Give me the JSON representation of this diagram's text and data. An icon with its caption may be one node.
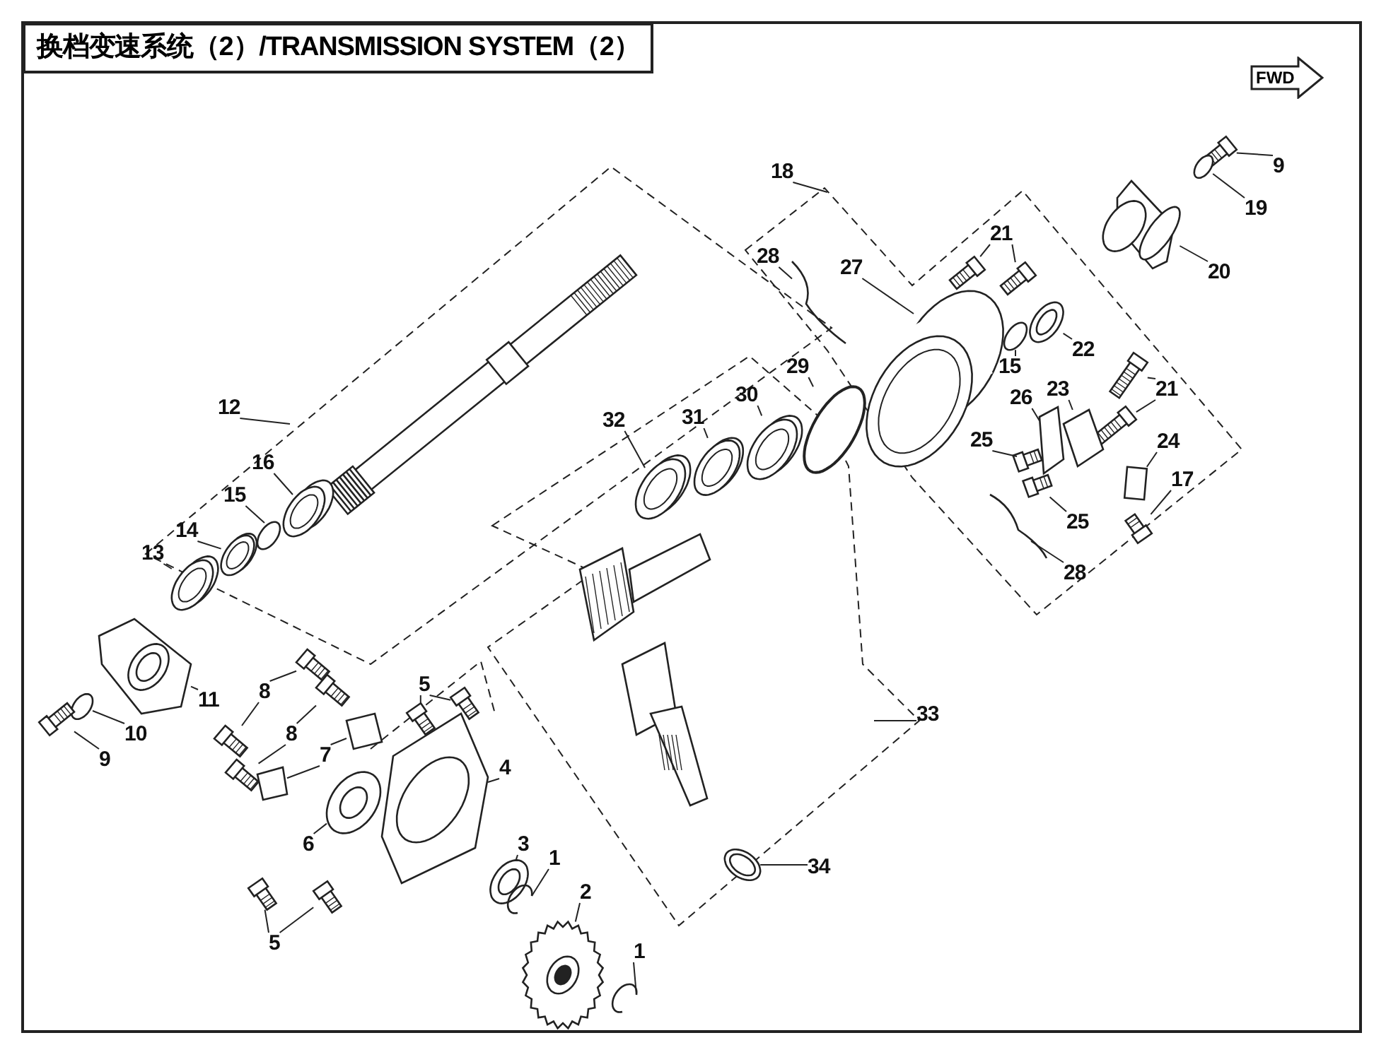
{
  "diagram": {
    "title": "换档变速系统（2）/TRANSMISSION SYSTEM（2）",
    "nodes": [
      {
        "text": [
          "FWD"
        ]
      },
      {
        "text": [
          "9"
        ]
      },
      {
        "text": [
          "18"
        ]
      },
      {
        "text": [
          "19"
        ]
      },
      {
        "text": [
          "21"
        ]
      },
      {
        "text": [
          "28"
        ]
      },
      {
        "text": [
          "20"
        ]
      },
      {
        "text": [
          "27"
        ]
      },
      {
        "text": [
          "15"
        ]
      },
      {
        "text": [
          "22"
        ]
      },
      {
        "text": [
          "23"
        ]
      },
      {
        "text": [
          "26"
        ]
      },
      {
        "text": [
          "21"
        ]
      },
      {
        "text": [
          "29"
        ]
      },
      {
        "text": [
          "12"
        ]
      },
      {
        "text": [
          "30"
        ]
      },
      {
        "text": [
          "24"
        ]
      },
      {
        "text": [
          "31"
        ]
      },
      {
        "text": [
          "25"
        ]
      },
      {
        "text": [
          "32"
        ]
      },
      {
        "text": [
          "17"
        ]
      },
      {
        "text": [
          "16"
        ]
      },
      {
        "text": [
          "15"
        ]
      },
      {
        "text": [
          "25"
        ]
      },
      {
        "text": [
          "14"
        ]
      },
      {
        "text": [
          "13"
        ]
      },
      {
        "text": [
          "28"
        ]
      },
      {
        "text": [
          "5"
        ]
      },
      {
        "text": [
          "11"
        ]
      },
      {
        "text": [
          "8"
        ]
      },
      {
        "text": [
          "33"
        ]
      },
      {
        "text": [
          "8"
        ]
      },
      {
        "text": [
          "10"
        ]
      },
      {
        "text": [
          "9"
        ]
      },
      {
        "text": [
          "7"
        ]
      },
      {
        "text": [
          "4"
        ]
      },
      {
        "text": [
          "6"
        ]
      },
      {
        "text": [
          "3"
        ]
      },
      {
        "text": [
          "1"
        ]
      },
      {
        "text": [
          "34"
        ]
      },
      {
        "text": [
          "2"
        ]
      },
      {
        "text": [
          "5"
        ]
      },
      {
        "text": [
          "1"
        ]
      },
      {
        "text": [],
        "shape": "picture"
      },
      {
        "text": [],
        "shape": "circle"
      },
      {
        "text": [],
        "shape": "picture"
      },
      {
        "text": [],
        "shape": "picture"
      },
      {
        "text": [],
        "shape": "picture"
      },
      {
        "text": [],
        "shape": "picture"
      },
      {
        "text": [],
        "shape": "circle"
      },
      {
        "text": [],
        "shape": "picture"
      },
      {
        "text": [],
        "shape": "picture"
      },
      {
        "text": [],
        "shape": "picture"
      },
      {
        "text": [],
        "shape": "circle"
      },
      {
        "text": [],
        "shape": "picture"
      },
      {
        "text": [],
        "shape": "picture"
      },
      {
        "text": [],
        "shape": "picture"
      },
      {
        "text": [],
        "shape": "picture"
      },
      {
        "text": [],
        "shape": "picture"
      },
      {
        "text": [],
        "shape": "picture"
      },
      {
        "text": [],
        "shape": "box"
      },
      {
        "text": [],
        "shape": "picture"
      },
      {
        "text": [],
        "shape": "picture"
      },
      {
        "text": [],
        "shape": "picture"
      },
      {
        "text": [],
        "shape": "circle"
      },
      {
        "text": [],
        "shape": "picture"
      },
      {
        "text": [],
        "shape": "picture"
      },
      {
        "text": [],
        "shape": "picture"
      },
      {
        "text": [],
        "shape": "picture"
      },
      {
        "text": [],
        "shape": "picture"
      },
      {
        "text": [],
        "shape": "picture"
      },
      {
        "text": [],
        "shape": "picture"
      },
      {
        "text": [],
        "shape": "picture"
      },
      {
        "text": [],
        "shape": "circle"
      },
      {
        "text": [],
        "shape": "picture"
      },
      {
        "text": [],
        "shape": "picture"
      },
      {
        "text": [],
        "shape": "picture"
      },
      {
        "text": [],
        "shape": "picture"
      },
      {
        "text": [],
        "shape": "picture"
      },
      {
        "text": [],
        "shape": "picture"
      },
      {
        "text": [],
        "shape": "picture"
      },
      {
        "text": [],
        "shape": "picture"
      },
      {
        "text": [],
        "shape": "picture"
      },
      {
        "text": [],
        "shape": "picture"
      },
      {
        "text": [],
        "shape": "picture"
      },
      {
        "text": [],
        "shape": "picture"
      },
      {
        "text": [],
        "shape": "picture"
      },
      {
        "text": [],
        "shape": "picture"
      },
      {
        "text": [],
        "shape": "picture"
      }
    ],
    "edges": [
      {
        "from": 1,
        "to": 43,
        "arrow": "none"
      },
      {
        "from": 2,
        "to": null,
        "arrow": "none"
      },
      {
        "from": 3,
        "to": 44,
        "arrow": "none"
      },
      {
        "from": 4,
        "to": 47,
        "arrow": "none"
      },
      {
        "from": 4,
        "to": 48,
        "arrow": "none"
      },
      {
        "from": 5,
        "to": 46,
        "arrow": "none"
      },
      {
        "from": 6,
        "to": 45,
        "arrow": "none"
      },
      {
        "from": 7,
        "to": 51,
        "arrow": "none"
      },
      {
        "from": 8,
        "to": 49,
        "arrow": "none"
      },
      {
        "from": 9,
        "to": 50,
        "arrow": "none"
      },
      {
        "from": 10,
        "to": 56,
        "arrow": "none"
      },
      {
        "from": 11,
        "to": 55,
        "arrow": "none"
      },
      {
        "from": 12,
        "to": 52,
        "arrow": "none"
      },
      {
        "from": 12,
        "to": 54,
        "arrow": "none"
      },
      {
        "from": 13,
        "to": 53,
        "arrow": "none"
      },
      {
        "from": 14,
        "to": null,
        "arrow": "none"
      },
      {
        "from": 15,
        "to": 57,
        "arrow": "none"
      },
      {
        "from": 16,
        "to": 60,
        "arrow": "none"
      },
      {
        "from": 17,
        "to": 58,
        "arrow": "none"
      },
      {
        "from": 18,
        "to": 59,
        "arrow": "none"
      },
      {
        "from": 19,
        "to": 61,
        "arrow": "none"
      },
      {
        "from": 20,
        "to": 65,
        "arrow": "none"
      },
      {
        "from": 21,
        "to": 63,
        "arrow": "none"
      },
      {
        "from": 22,
        "to": 64,
        "arrow": "none"
      },
      {
        "from": 23,
        "to": 62,
        "arrow": "none"
      },
      {
        "from": 24,
        "to": 67,
        "arrow": "none"
      },
      {
        "from": 25,
        "to": 68,
        "arrow": "none"
      },
      {
        "from": 26,
        "to": 66,
        "arrow": "none"
      },
      {
        "from": 27,
        "to": 74,
        "arrow": "none"
      },
      {
        "from": 27,
        "to": 72,
        "arrow": "none"
      },
      {
        "from": 28,
        "to": 70,
        "arrow": "none"
      },
      {
        "from": 29,
        "to": 69,
        "arrow": "none"
      },
      {
        "from": 29,
        "to": 77,
        "arrow": "none"
      },
      {
        "from": 30,
        "to": null,
        "arrow": "none"
      },
      {
        "from": 31,
        "to": 71,
        "arrow": "none"
      },
      {
        "from": 31,
        "to": 78,
        "arrow": "none"
      },
      {
        "from": 32,
        "to": 73,
        "arrow": "none"
      },
      {
        "from": 33,
        "to": 75,
        "arrow": "none"
      },
      {
        "from": 34,
        "to": 76,
        "arrow": "none"
      },
      {
        "from": 34,
        "to": 79,
        "arrow": "none"
      },
      {
        "from": 35,
        "to": 81,
        "arrow": "none"
      },
      {
        "from": 36,
        "to": 80,
        "arrow": "none"
      },
      {
        "from": 37,
        "to": 82,
        "arrow": "none"
      },
      {
        "from": 38,
        "to": 86,
        "arrow": "none"
      },
      {
        "from": 39,
        "to": 83,
        "arrow": "none"
      },
      {
        "from": 40,
        "to": 87,
        "arrow": "none"
      },
      {
        "from": 41,
        "to": 84,
        "arrow": "none"
      },
      {
        "from": 41,
        "to": 85,
        "arrow": "none"
      },
      {
        "from": 42,
        "to": 88,
        "arrow": "none"
      }
    ]
  }
}
